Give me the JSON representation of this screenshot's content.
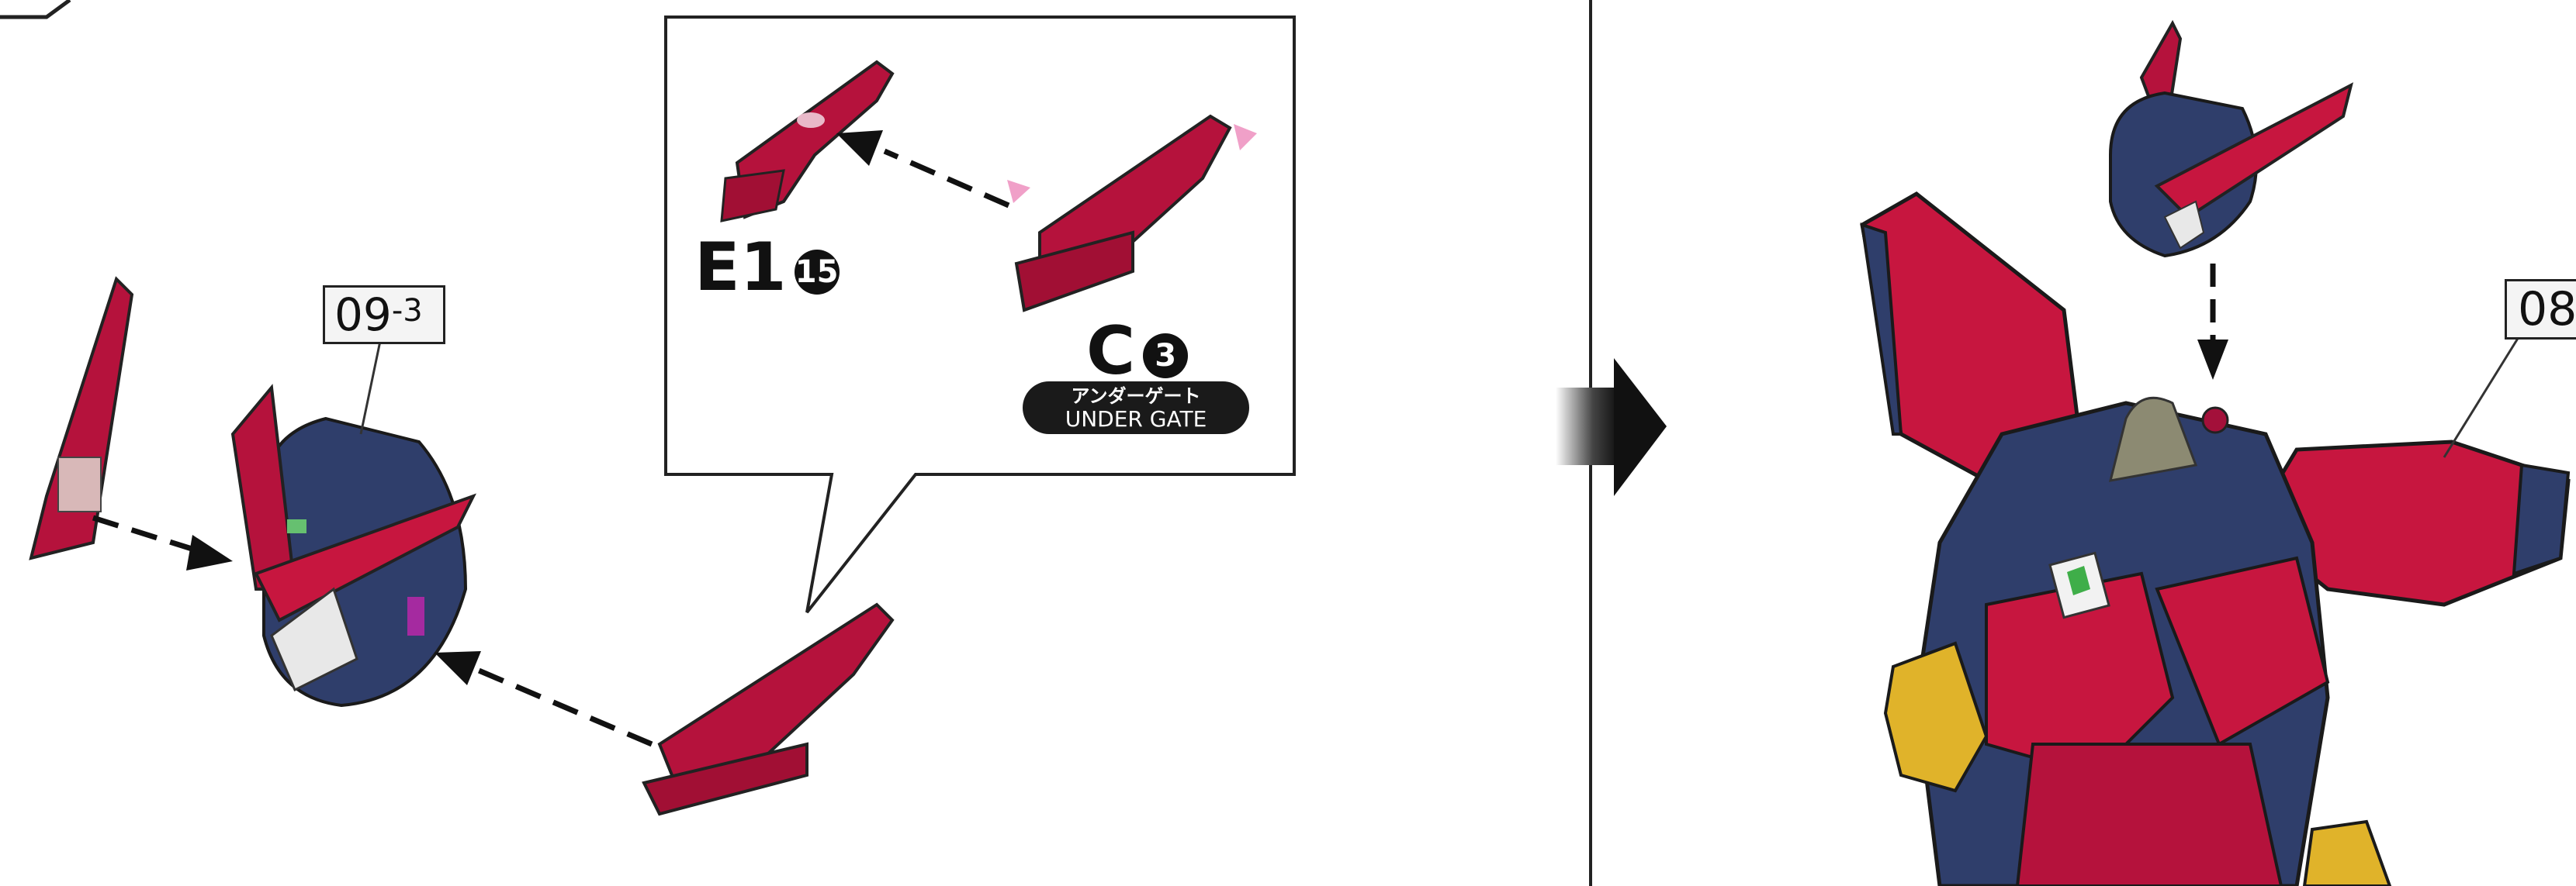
{
  "left_panel": {
    "step_tag": {
      "main": "09",
      "sup": "-3"
    },
    "callout": {
      "part_a": {
        "letter": "E1",
        "number": "15"
      },
      "part_b": {
        "letter": "C",
        "number": "3"
      },
      "gate_badge": {
        "jp": "アンダーゲート",
        "en": "UNDER GATE"
      }
    }
  },
  "right_panel": {
    "step_tag": "08"
  },
  "colors": {
    "armor_red": "#b5123c",
    "armor_blue": "#2f3e6b",
    "accent_pink": "#f0a0c8",
    "arrow": "#111111"
  }
}
